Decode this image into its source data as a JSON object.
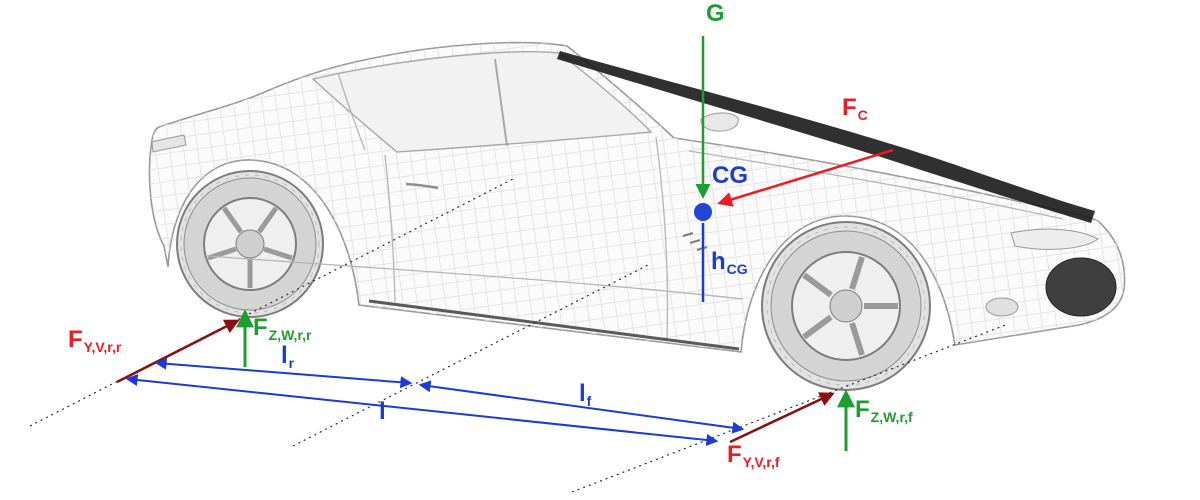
{
  "diagram": {
    "colors": {
      "vertical_force_green": "#1c9e31",
      "lateral_force_label_red": "#ee1b24",
      "lateral_force_arrow_dark_red": "#8b0f0f",
      "dimension_blue": "#1c3bd4",
      "cg_dot_blue": "#2247d5",
      "axis_dotted_black": "#2b2b2b",
      "wireframe_gray": "#9a9a9a"
    },
    "labels": {
      "gravity": {
        "main": "G",
        "sub": ""
      },
      "centrifugal": {
        "main": "F",
        "sub": "C"
      },
      "cg": {
        "main": "CG",
        "sub": ""
      },
      "cg_height": {
        "main": "h",
        "sub": "CG"
      },
      "fy_rear": {
        "main": "F",
        "sub": "Y,V,r,r"
      },
      "fz_rear": {
        "main": "F",
        "sub": "Z,W,r,r"
      },
      "l_rear": {
        "main": "l",
        "sub": "r"
      },
      "wheelbase": {
        "main": "l",
        "sub": ""
      },
      "l_front": {
        "main": "l",
        "sub": "f"
      },
      "fz_front": {
        "main": "F",
        "sub": "Z,W,r,f"
      },
      "fy_front": {
        "main": "F",
        "sub": "Y,V,r,f"
      }
    }
  }
}
